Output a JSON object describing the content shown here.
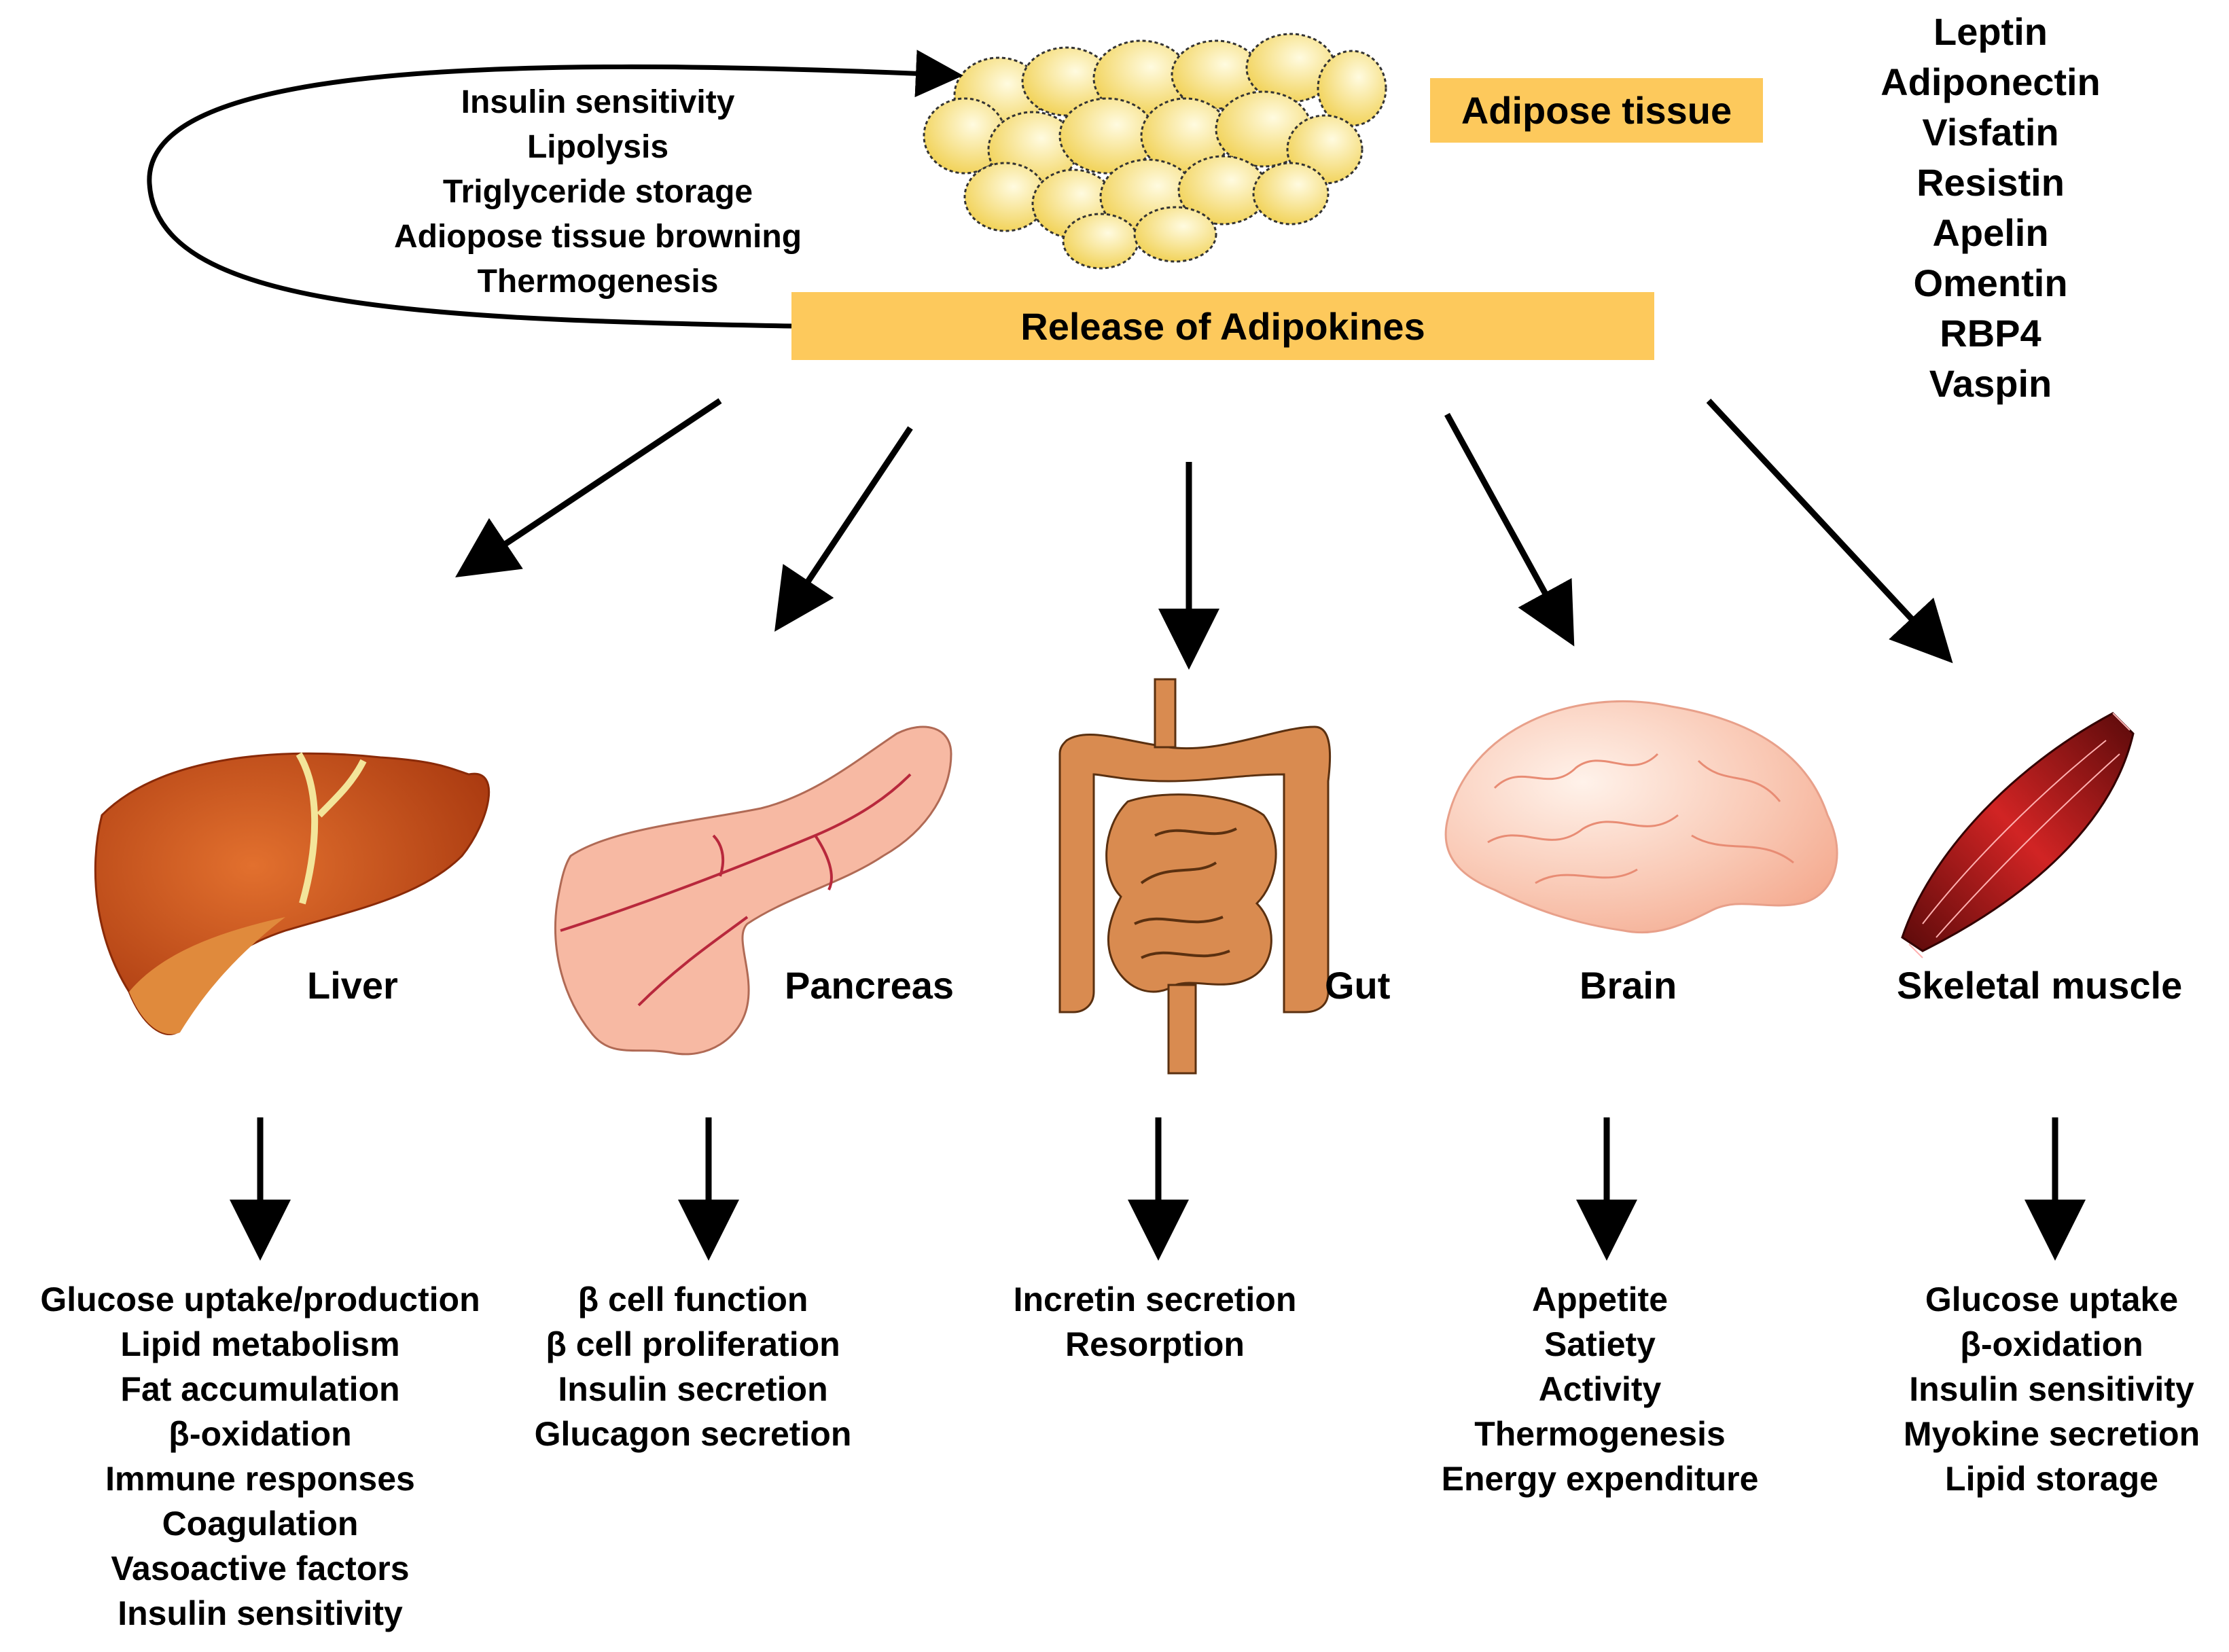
{
  "adipose": {
    "label": "Adipose tissue",
    "release_label": "Release of Adipokines",
    "feedback_effects": [
      "Insulin sensitivity",
      "Lipolysis",
      "Triglyceride storage",
      "Adiopose tissue browning",
      "Thermogenesis"
    ],
    "adipokines": [
      "Leptin",
      "Adiponectin",
      "Visfatin",
      "Resistin",
      "Apelin",
      "Omentin",
      "RBP4",
      "Vaspin"
    ]
  },
  "organs": [
    {
      "name": "Liver",
      "effects": [
        "Glucose uptake/production",
        "Lipid metabolism",
        "Fat accumulation",
        "β-oxidation",
        "Immune responses",
        "Coagulation",
        "Vasoactive factors",
        "Insulin sensitivity"
      ]
    },
    {
      "name": "Pancreas",
      "effects": [
        "β cell function",
        "β cell proliferation",
        "Insulin secretion",
        "Glucagon secretion"
      ]
    },
    {
      "name": "Gut",
      "effects": [
        "Incretin secretion",
        "Resorption"
      ]
    },
    {
      "name": "Brain",
      "effects": [
        "Appetite",
        "Satiety",
        "Activity",
        "Thermogenesis",
        "Energy expenditure"
      ]
    },
    {
      "name": "Skeletal muscle",
      "effects": [
        "Glucose uptake",
        "β-oxidation",
        "Insulin sensitivity",
        "Myokine secretion",
        "Lipid storage"
      ]
    }
  ],
  "colors": {
    "label_box": "#fdc95c",
    "fat_cell": "#f5e06a",
    "liver": "#c8501e",
    "pancreas": "#f6b6a0",
    "gut": "#d98b50",
    "brain": "#f9c4b0",
    "muscle": "#b81818"
  }
}
